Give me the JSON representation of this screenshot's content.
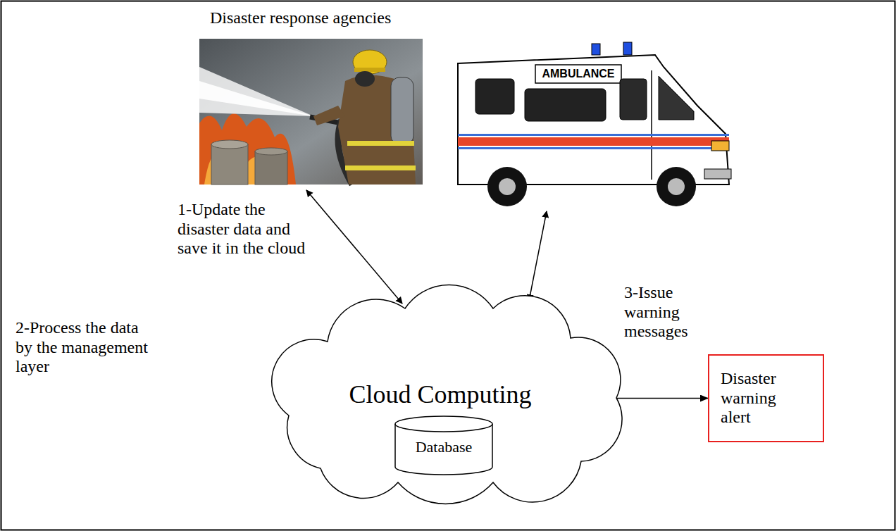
{
  "diagram": {
    "title": "Disaster response agencies",
    "nodes": [
      {
        "text": [
          "Cloud Computing"
        ]
      },
      {
        "text": [
          "Database"
        ],
        "in": 0
      },
      {
        "text": [
          "Disaster warning alert"
        ]
      }
    ],
    "edges": [
      {
        "from": 0,
        "to": 2,
        "arrow": "to",
        "label": "3-Issue warning messages"
      }
    ],
    "labels": [
      "1-Update the disaster data and save it in the cloud",
      "2-Process the data by the management layer",
      "AMBULANCE"
    ]
  }
}
